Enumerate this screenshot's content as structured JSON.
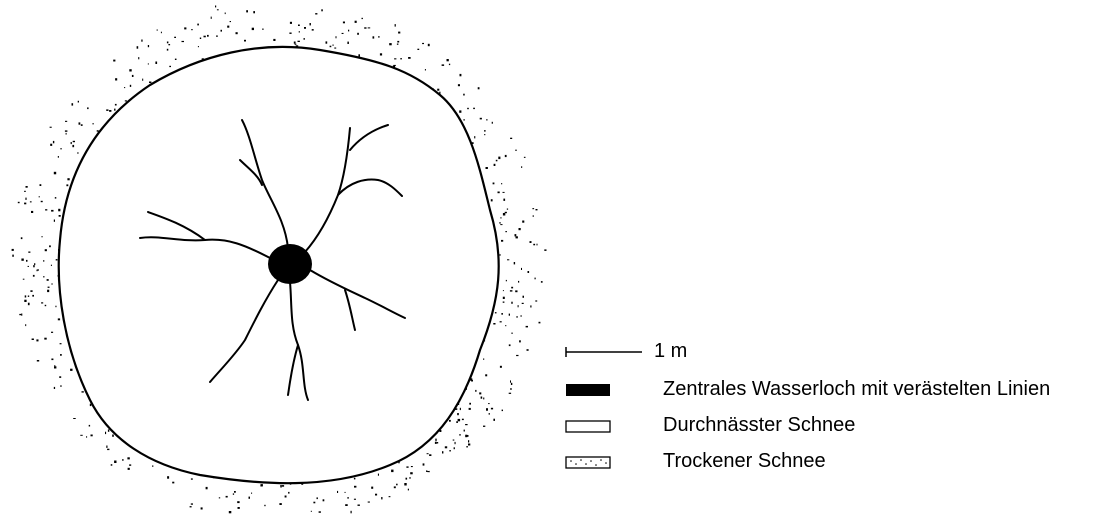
{
  "legend": {
    "scale_label": "1 m",
    "items": [
      {
        "key": "hole",
        "label": "Zentrales Wasserloch mit verästelten Linien"
      },
      {
        "key": "wet",
        "label": "Durchnässter Schnee"
      },
      {
        "key": "dry",
        "label": "Trockener Schnee"
      }
    ]
  },
  "colors": {
    "ink": "#000000",
    "background": "#ffffff"
  }
}
